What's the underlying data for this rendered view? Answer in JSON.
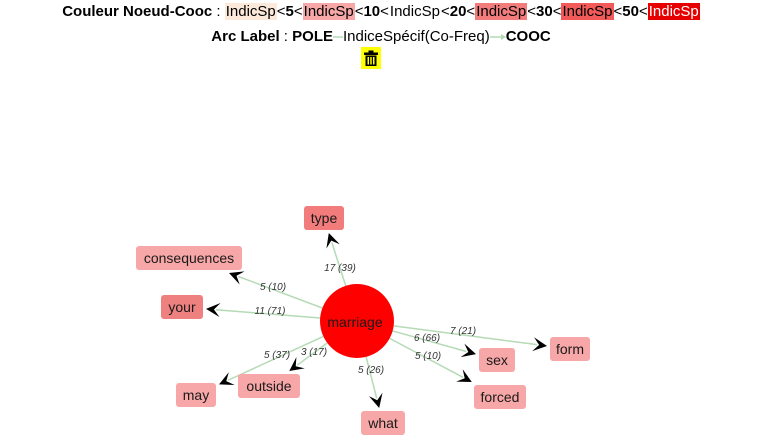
{
  "legend": {
    "title": "Couleur Noeud-Cooc",
    "separator": " : ",
    "lt": "<",
    "indic": "IndicSp",
    "thresholds": [
      "5",
      "10",
      "20",
      "30",
      "50"
    ],
    "colors": [
      "#fde9d9",
      "#ffffff",
      "#f7a7a7",
      "#ffffff",
      "#f27b7b",
      "#f25a5a",
      "#e60000"
    ]
  },
  "arc_legend": {
    "label": "Arc Label",
    "separator": " : ",
    "pole": "POLE",
    "middle": "IndiceSpécif(Co-Freq)",
    "cooc": "COOC"
  },
  "toolbar": {
    "trash_icon": "trash-icon",
    "trash_color": "#ffff00"
  },
  "graph": {
    "center": {
      "label": "marriage",
      "color": "#ff0000"
    },
    "nodes": [
      {
        "label": "type",
        "edge_label": "17 (39)",
        "color": "#f27b7b"
      },
      {
        "label": "consequences",
        "edge_label": "5 (10)",
        "color": "#f7a7a7"
      },
      {
        "label": "your",
        "edge_label": "11 (71)",
        "color": "#ee8080"
      },
      {
        "label": "may",
        "edge_label": "5 (37)",
        "color": "#f7a7a7"
      },
      {
        "label": "outside",
        "edge_label": "3 (17)",
        "color": "#f7a7a7"
      },
      {
        "label": "what",
        "edge_label": "5 (26)",
        "color": "#f7a7a7"
      },
      {
        "label": "forced",
        "edge_label": "5 (10)",
        "color": "#f7a7a7"
      },
      {
        "label": "sex",
        "edge_label": "6 (66)",
        "color": "#f7a7a7"
      },
      {
        "label": "form",
        "edge_label": "7 (21)",
        "color": "#f7a7a7"
      }
    ],
    "edge_color": "#b5dab5"
  }
}
